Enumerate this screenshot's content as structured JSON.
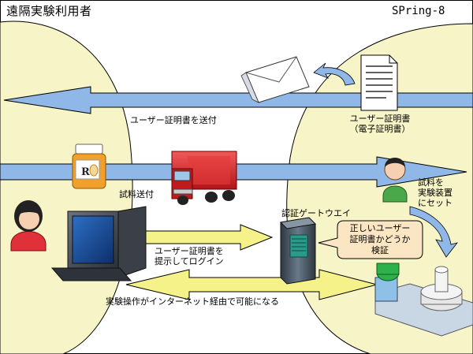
{
  "left_region": {
    "title": "遠隔実験利用者"
  },
  "right_region": {
    "title": "SPring-8"
  },
  "labels": {
    "send_cert": "ユーザー証明書を送付",
    "cert_doc_line1": "ユーザー証明書",
    "cert_doc_line2": "（電子証明書）",
    "sample_send": "試料送付",
    "sample_setup_line1": "試料を",
    "sample_setup_line2": "実験装置",
    "sample_setup_line3": "にセット",
    "gateway": "認証ゲートウエイ",
    "login_line1": "ユーザー証明書を",
    "login_line2": "提示してログイン",
    "bubble_line1": "正しいユーザー",
    "bubble_line2": "証明書かどうか",
    "bubble_line3": "検証",
    "remote_ops": "実験操作がインターネット経由で可能になる"
  },
  "colors": {
    "region_fill": "#f7f5c8",
    "arrow_blue": "#8fb7e8",
    "arrow_yellow": "#f6f28a",
    "bubble_fill": "#fbe6c4",
    "truck_red": "#d8232a",
    "person_green": "#4aa84a",
    "person_red": "#e0303a"
  }
}
